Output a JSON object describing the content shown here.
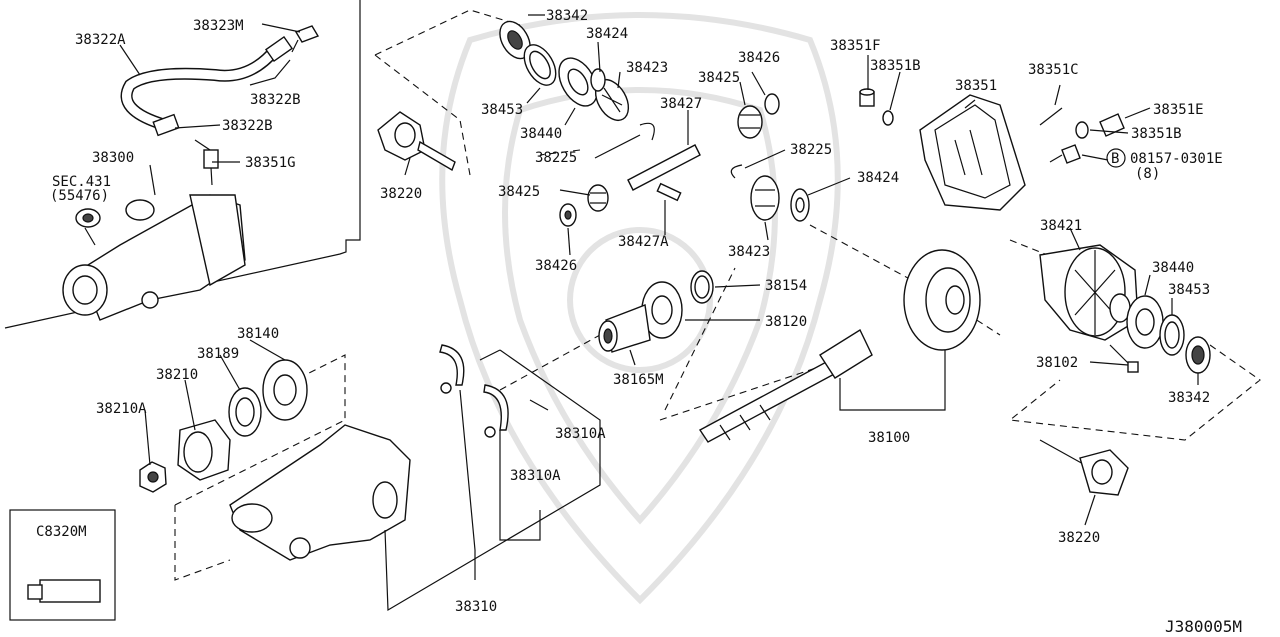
{
  "diagram": {
    "figure_id": "J380005M",
    "labels": {
      "l38323M": "38323M",
      "l38322A": "38322A",
      "l38322B_a": "38322B",
      "l38322B_b": "38322B",
      "l38300": "38300",
      "lSEC": "SEC.431",
      "l55476": "(55476)",
      "l38351G": "38351G",
      "l38342_top": "38342",
      "l38424_top": "38424",
      "l38423_top": "38423",
      "l38453_top": "38453",
      "l38440_top": "38440",
      "l38225_a": "38225",
      "l38220_left": "38220",
      "l38427": "38427",
      "l38426_top": "38426",
      "l38425_top": "38425",
      "l38425_low": "38425",
      "l38426_low": "38426",
      "l38427A": "38427A",
      "l38225_b": "38225",
      "l38424_mid": "38424",
      "l38423_mid": "38423",
      "l38351F": "38351F",
      "l38351B_a": "38351B",
      "l38351": "38351",
      "l38351C": "38351C",
      "l38351E": "38351E",
      "l38351B_b": "38351B",
      "l08157": "08157-0301E",
      "l8": "(8)",
      "lB": "B",
      "l38154": "38154",
      "l38120": "38120",
      "l38165M": "38165M",
      "l38140": "38140",
      "l38189": "38189",
      "l38210": "38210",
      "l38210A": "38210A",
      "l38310A_a": "38310A",
      "l38310A_b": "38310A",
      "l38310": "38310",
      "l38100": "38100",
      "l38421": "38421",
      "l38440_r": "38440",
      "l38453_r": "38453",
      "l38102": "38102",
      "l38342_r": "38342",
      "l38220_r": "38220",
      "lC8320M": "C8320M"
    }
  }
}
